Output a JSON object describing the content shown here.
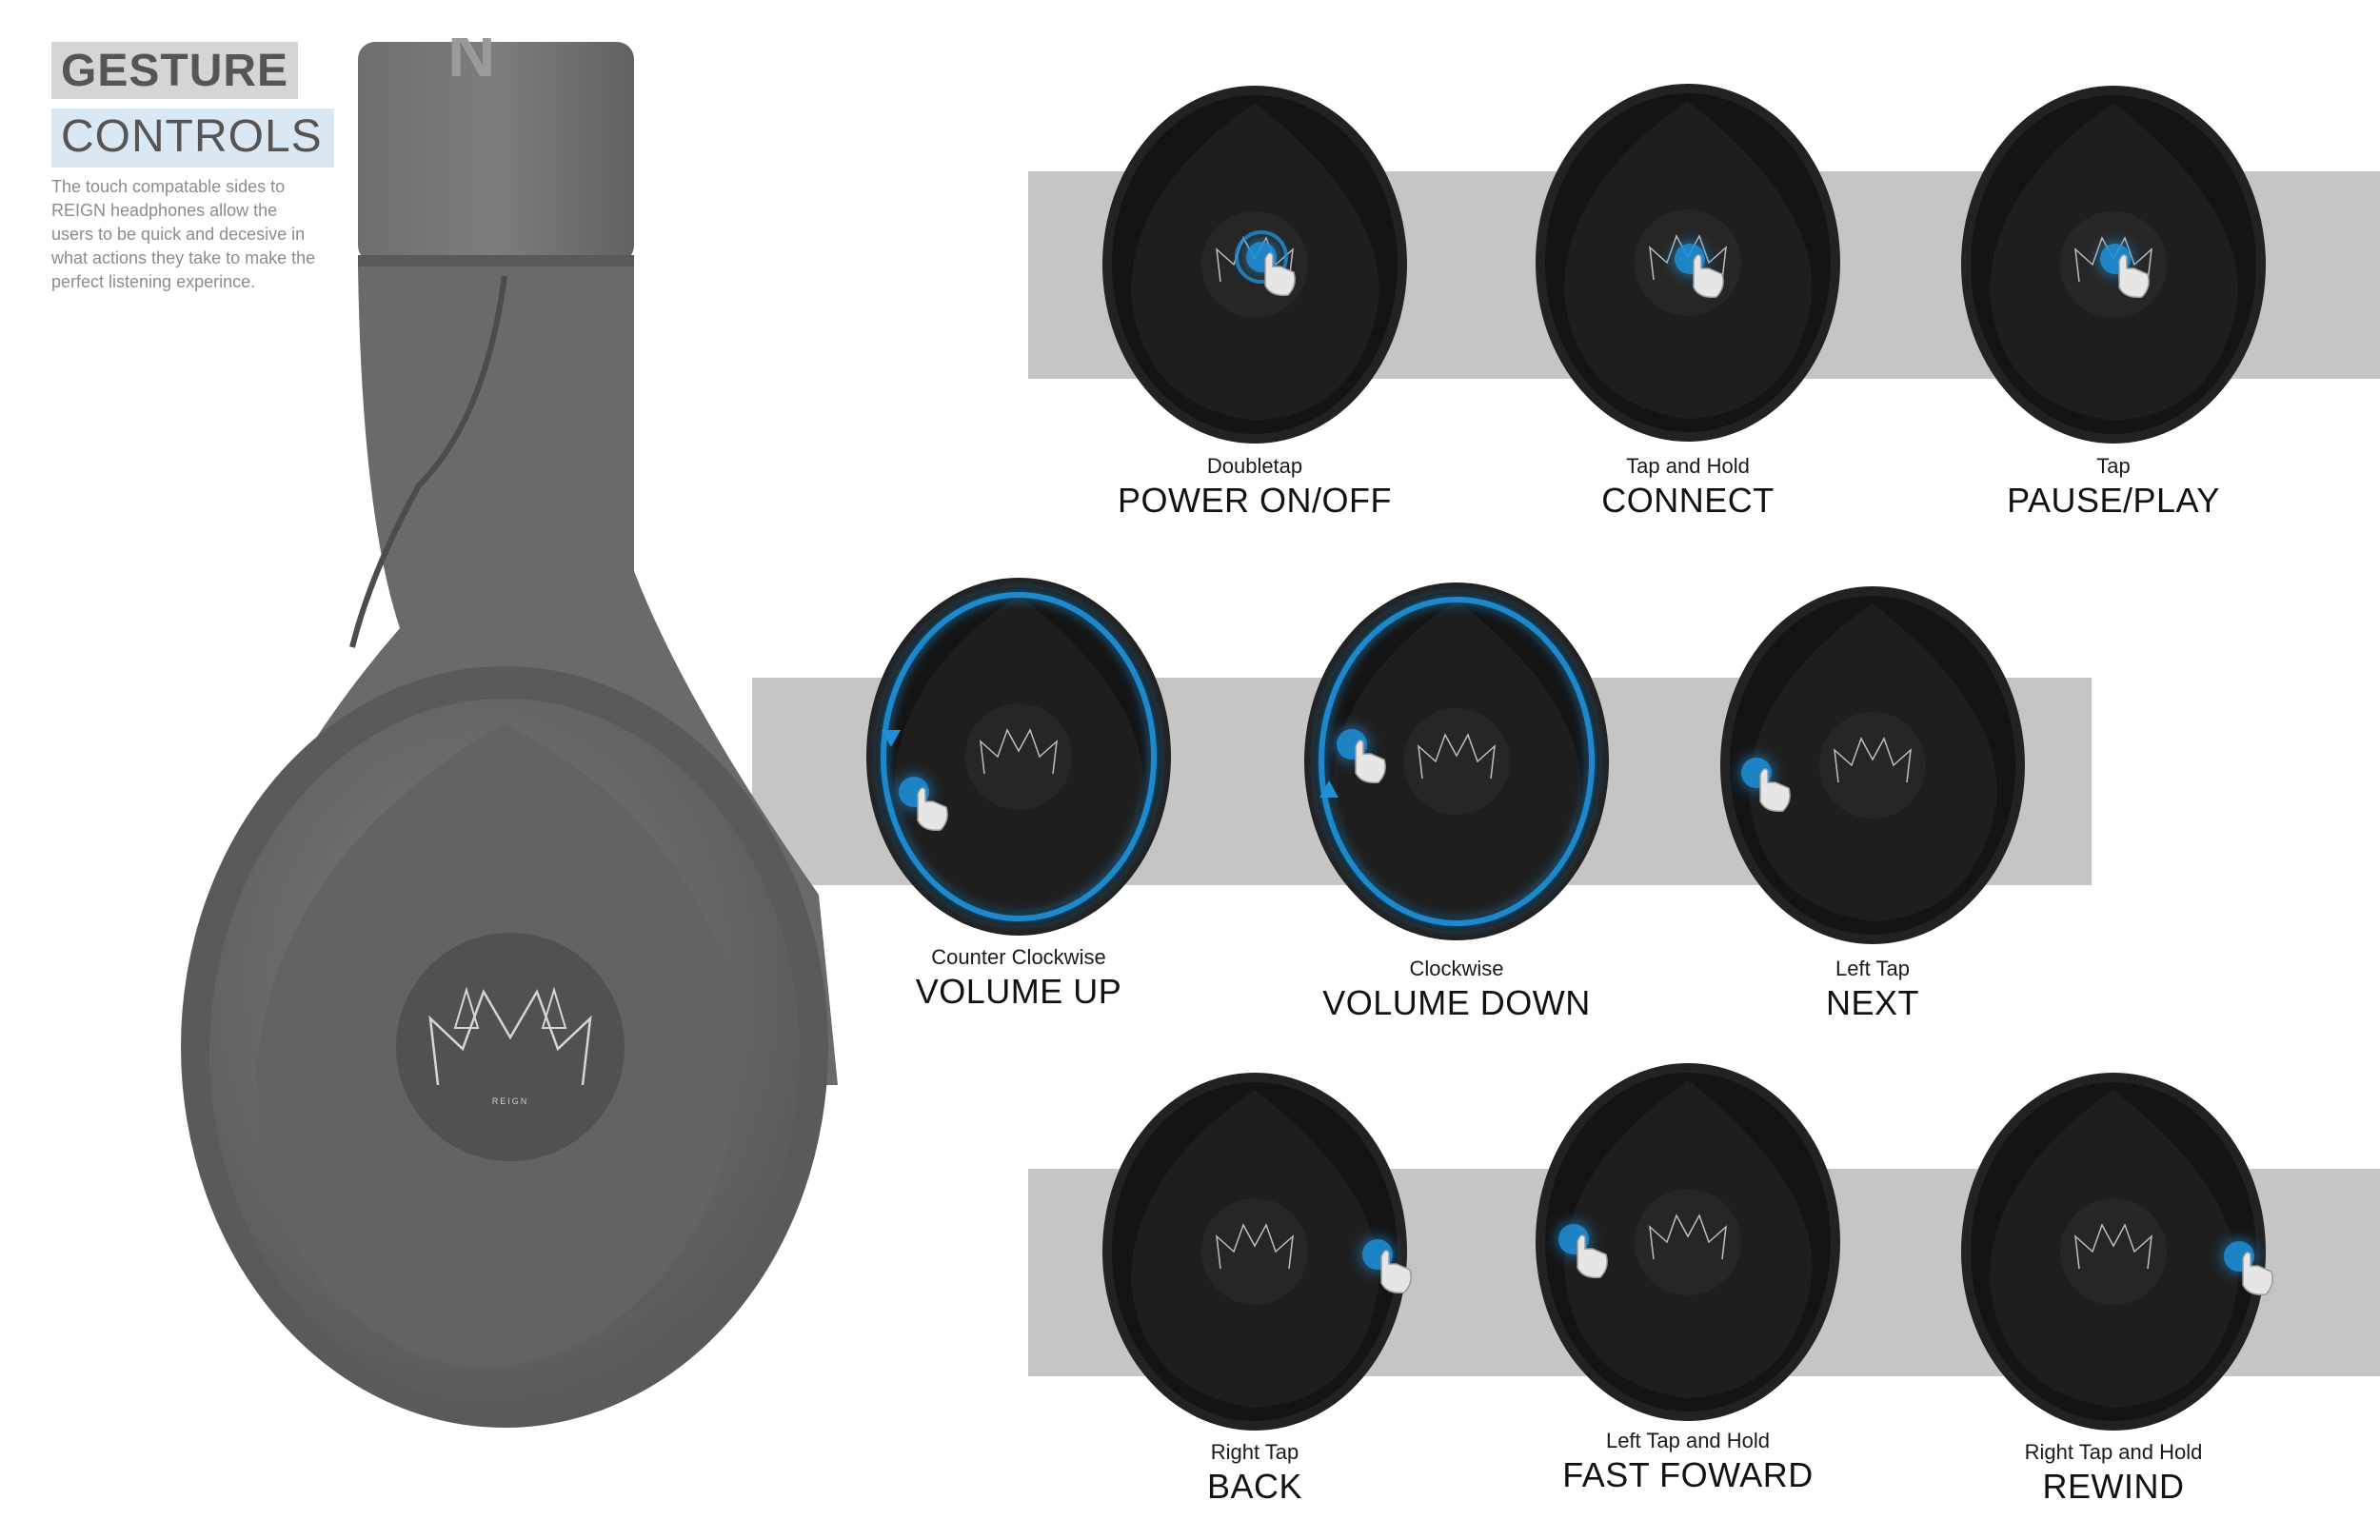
{
  "header": {
    "title_line1": "GESTURE",
    "title_line2": "CONTROLS",
    "description": "The touch compatable sides to REIGN headphones allow the users to be quick and decesive in what actions they take to make the perfect listening experince."
  },
  "hero": {
    "brand": "REIGN"
  },
  "colors": {
    "accent": "#1f8fd6",
    "band": "#c5c5c5",
    "pod": "#1b1b1b"
  },
  "gestures": [
    {
      "gesture": "Doubletap",
      "action": "POWER ON/OFF",
      "icon": "double-tap-hand-icon"
    },
    {
      "gesture": "Tap and Hold",
      "action": "CONNECT",
      "icon": "tap-hold-hand-icon"
    },
    {
      "gesture": "Tap",
      "action": "PAUSE/PLAY",
      "icon": "tap-hand-icon"
    },
    {
      "gesture": "Counter Clockwise",
      "action": "VOLUME UP",
      "icon": "counter-clockwise-ring-icon"
    },
    {
      "gesture": "Clockwise",
      "action": "VOLUME DOWN",
      "icon": "clockwise-ring-icon"
    },
    {
      "gesture": "Left Tap",
      "action": "NEXT",
      "icon": "left-tap-hand-icon"
    },
    {
      "gesture": "Right Tap",
      "action": "BACK",
      "icon": "right-tap-hand-icon"
    },
    {
      "gesture": "Left Tap and Hold",
      "action": "FAST FOWARD",
      "icon": "left-tap-hold-hand-icon"
    },
    {
      "gesture": "Right Tap and Hold",
      "action": "REWIND",
      "icon": "right-tap-hold-hand-icon"
    }
  ]
}
